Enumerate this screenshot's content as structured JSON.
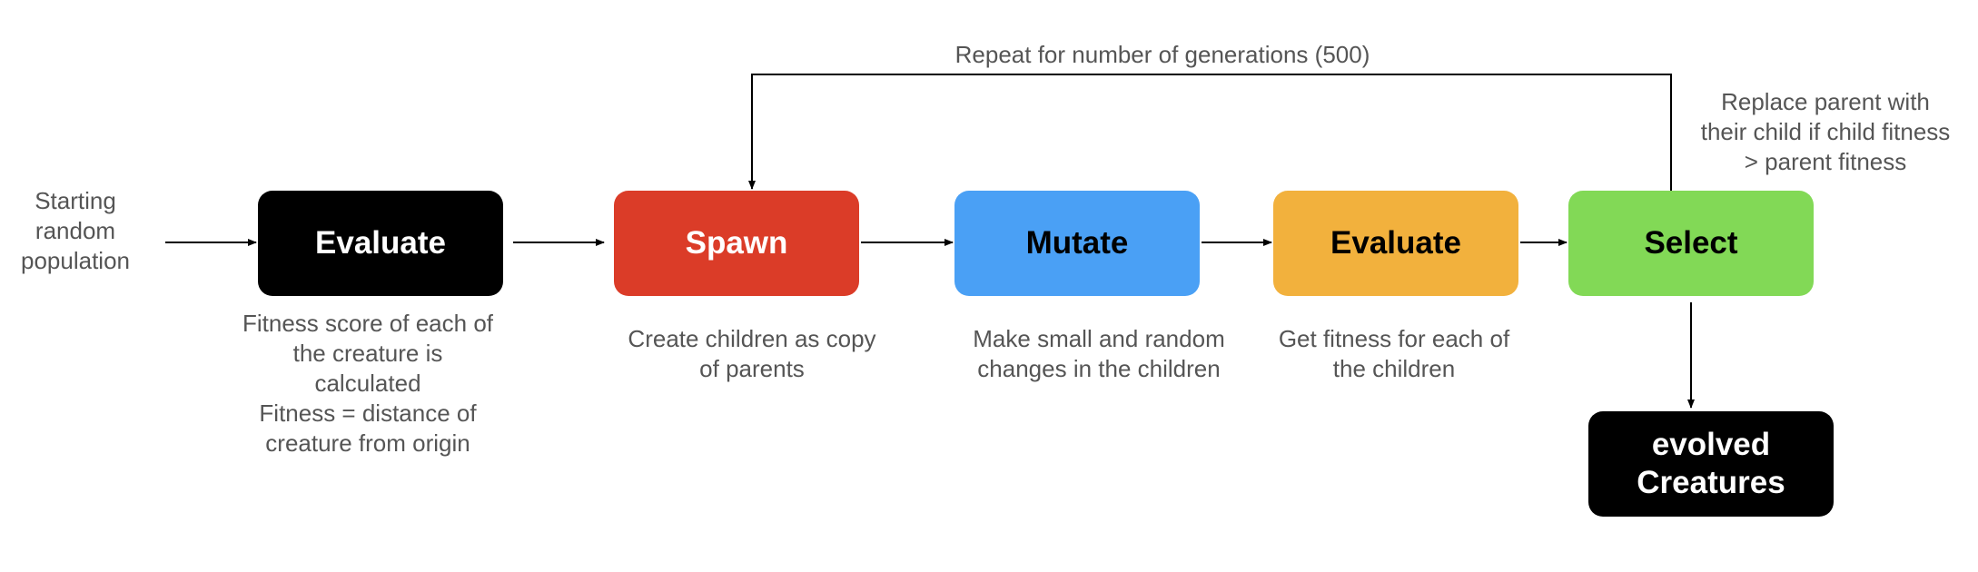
{
  "boxes": {
    "evaluate_1": {
      "label": "Evaluate",
      "color": "#000000"
    },
    "spawn": {
      "label": "Spawn",
      "color": "#db3c28"
    },
    "mutate": {
      "label": "Mutate",
      "color": "#4aa0f5"
    },
    "evaluate_2": {
      "label": "Evaluate",
      "color": "#f2b13d"
    },
    "select": {
      "label": "Select",
      "color": "#82d956"
    },
    "evolved": {
      "line1": "evolved",
      "line2": "Creatures",
      "color": "#000000"
    }
  },
  "notes": {
    "start": [
      "Starting",
      "random",
      "population"
    ],
    "evaluate_1": [
      "Fitness score of each of",
      "the creature is",
      "calculated",
      "Fitness = distance of",
      "creature from origin"
    ],
    "spawn": [
      "Create children as copy",
      "of parents"
    ],
    "mutate": [
      "Make small and random",
      "changes in the children"
    ],
    "evaluate_2": [
      "Get fitness for each of",
      "the children"
    ],
    "replace": [
      "Replace parent with",
      "their child if child fitness",
      "> parent fitness"
    ],
    "repeat": "Repeat for number of generations (500)"
  }
}
